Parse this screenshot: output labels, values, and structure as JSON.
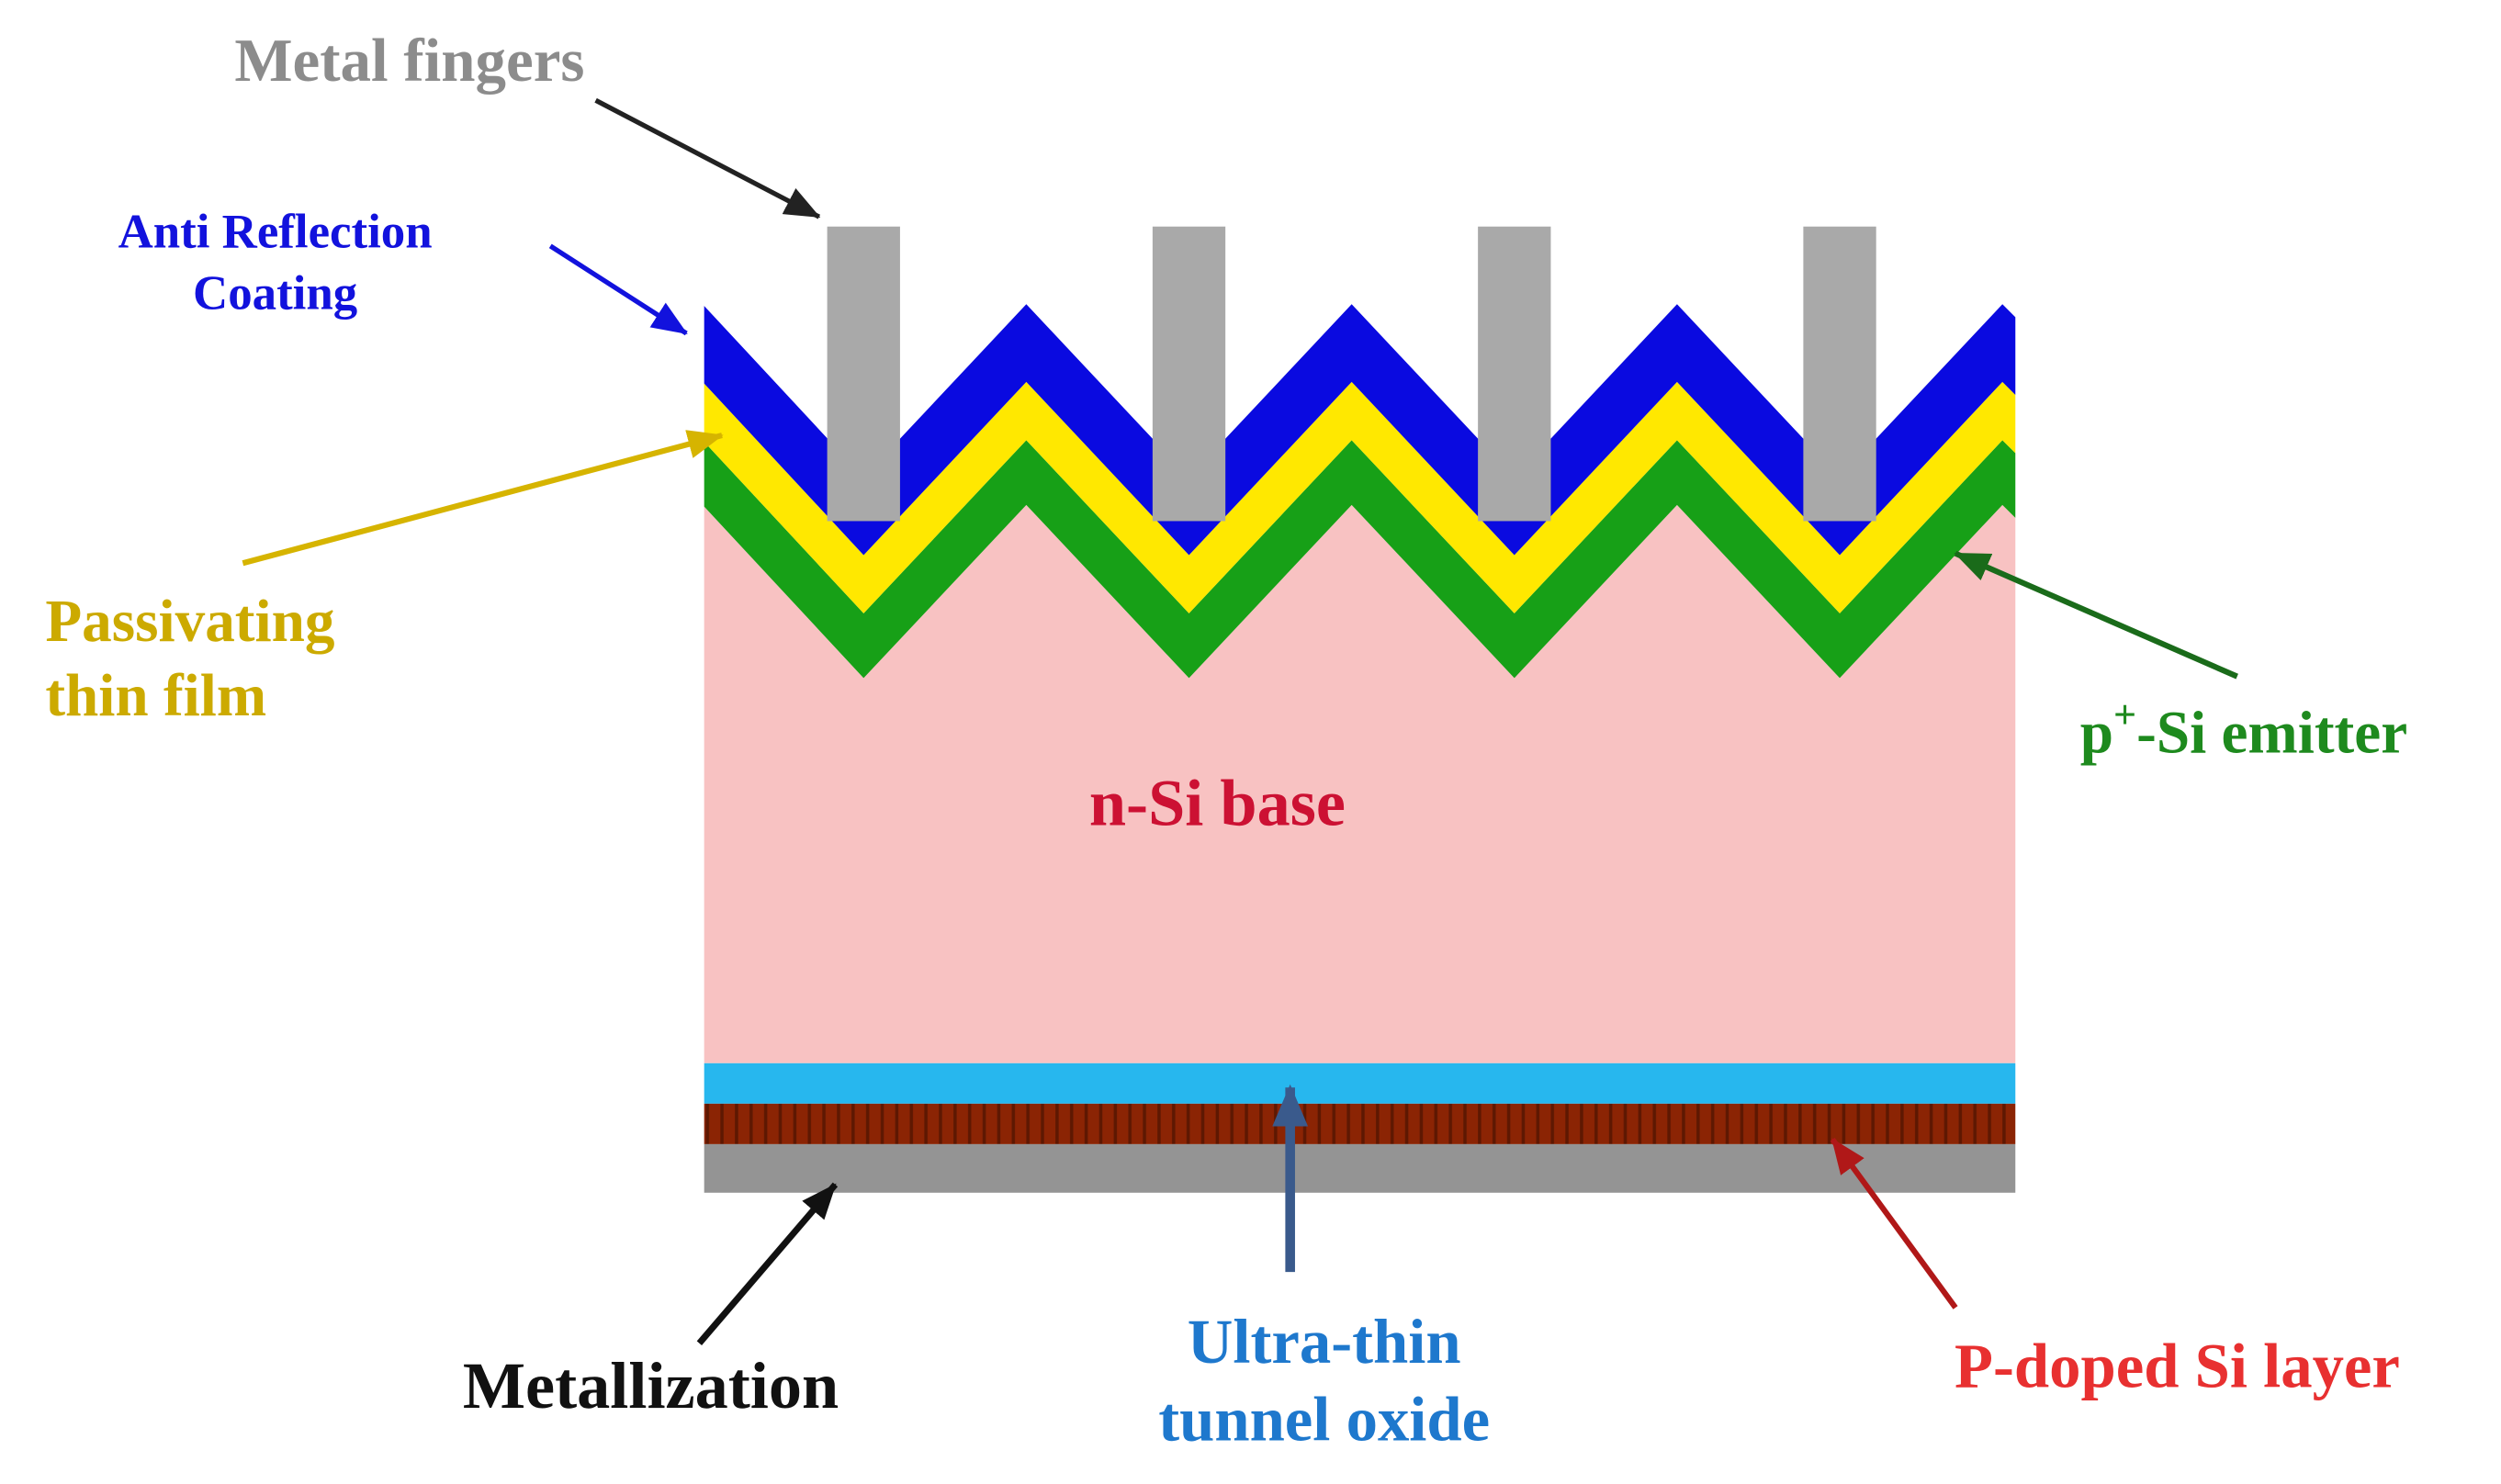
{
  "title": "Solar cell cross-section diagram",
  "colors": {
    "background": "#ffffff",
    "metal_finger": "#a9a9a9",
    "arc_layer": "#0a0ae0",
    "passivating_layer": "#ffe800",
    "emitter_layer": "#17a017",
    "base_layer": "#f8c2c2",
    "tunnel_oxide_layer": "#27b7ee",
    "p_doped_layer": "#8b2404",
    "p_doped_tick": "#5e1802",
    "metallization_layer": "#949494"
  },
  "labels": {
    "metal_fingers": {
      "text": "Metal fingers",
      "color": "#8c8c8c"
    },
    "arc": {
      "line1": "Anti Reflection",
      "line2": "Coating",
      "color": "#1212dd"
    },
    "passivating": {
      "line1": "Passivating",
      "line2": "thin film",
      "color": "#ccaa00"
    },
    "n_si_base": {
      "text": "n-Si base",
      "color": "#cc1133"
    },
    "emitter": {
      "pre": "p",
      "sup": "+",
      "post": "-Si emitter",
      "color": "#1e8a1e"
    },
    "tunnel_oxide": {
      "line1": "Ultra-thin",
      "line2": "tunnel oxide",
      "color": "#1e78cd"
    },
    "p_doped": {
      "text": "P-doped Si layer",
      "color": "#e83030"
    },
    "metallization": {
      "text": "Metallization",
      "color": "#111111"
    }
  },
  "arrows": {
    "metal_fingers": {
      "color": "#222222"
    },
    "arc": {
      "color": "#1212dd"
    },
    "passivating": {
      "color": "#d6b400"
    },
    "emitter": {
      "color": "#1a6b1a"
    },
    "tunnel_oxide": {
      "color": "#3a5a8c"
    },
    "p_doped": {
      "color": "#b01818"
    },
    "metallization": {
      "color": "#111111"
    }
  }
}
